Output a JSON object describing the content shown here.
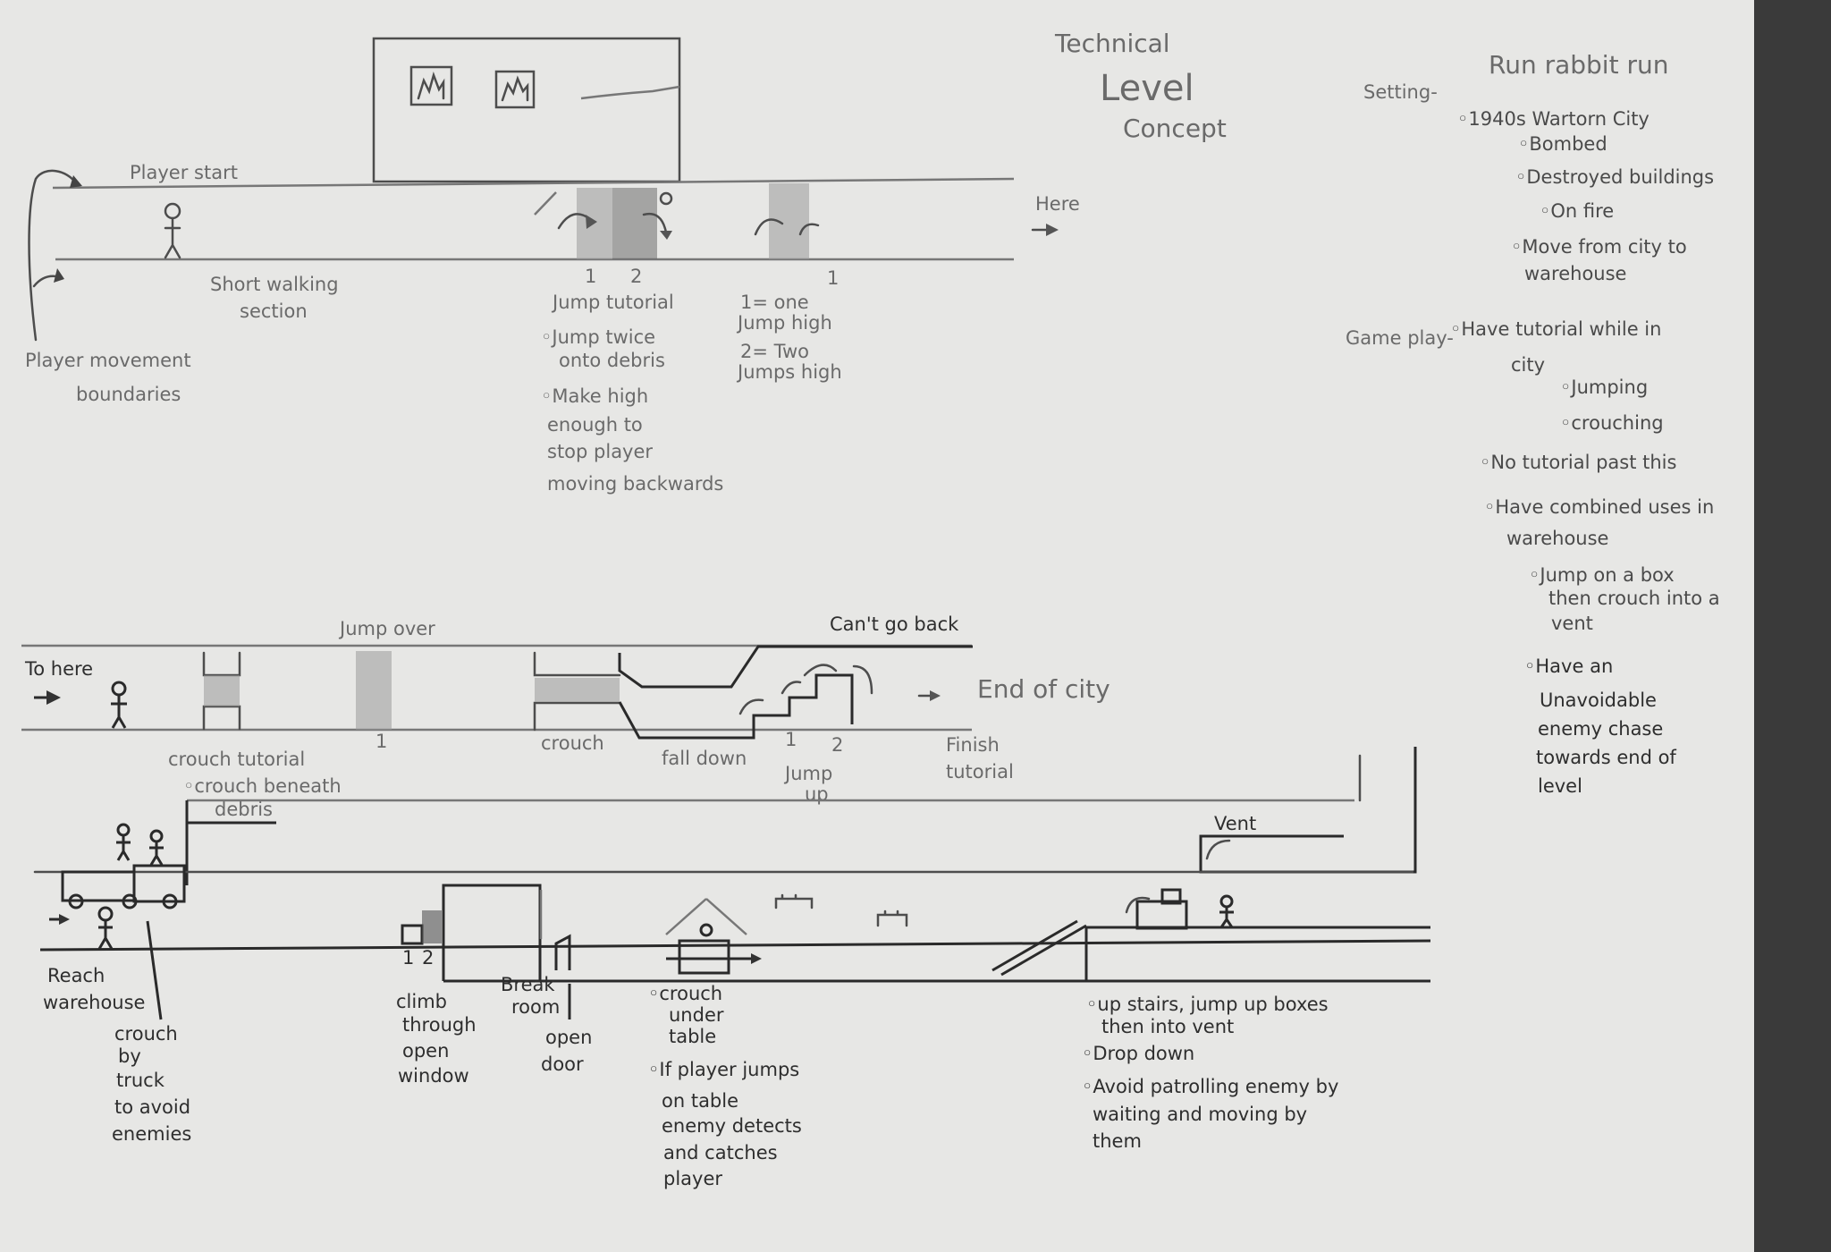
{
  "title": {
    "line1": "Technical",
    "line2": "Level",
    "line3": "Concept"
  },
  "notes": {
    "game_title": "Run rabbit run",
    "setting_label": "Setting-",
    "setting_items": [
      "◦1940s Wartorn City",
      "◦Bombed",
      "◦Destroyed buildings",
      "◦On fire",
      "◦Move from city to",
      "warehouse"
    ],
    "gameplay_label": "Game play-",
    "gameplay_items": [
      "◦Have tutorial while in",
      "city",
      "◦Jumping",
      "◦crouching",
      "◦No tutorial past this",
      "◦Have combined uses in",
      "warehouse",
      "◦Jump on a box",
      "then crouch into a",
      "vent",
      "◦Have an",
      "Unavoidable",
      "enemy chase",
      "towards end of",
      "level"
    ]
  },
  "section1": {
    "player_start": "Player start",
    "short_walking": [
      "Short walking",
      "section"
    ],
    "boundaries": [
      "Player movement",
      "boundaries"
    ],
    "num_1": "1",
    "num_2": "2",
    "num_1b": "1",
    "jump_tutorial": [
      "Jump tutorial",
      "◦Jump twice",
      "onto debris",
      "◦Make high",
      "enough to",
      "stop player",
      "moving backwards"
    ],
    "legend": [
      "1= one",
      "Jump high",
      "2= Two",
      "Jumps high"
    ],
    "here": "Here"
  },
  "section2": {
    "to_here": "To here",
    "jump_over": "Jump over",
    "num_1": "1",
    "crouch": "crouch",
    "cant_go_back": "Can't go back",
    "end_of_city": "End of city",
    "fall_down": "fall down",
    "num_1b": "1",
    "num_2": "2",
    "jump_up": [
      "Jump",
      "up"
    ],
    "finish_tutorial": [
      "Finish",
      "tutorial"
    ],
    "crouch_tutorial": [
      "crouch tutorial",
      "◦crouch beneath",
      "debris"
    ]
  },
  "section3": {
    "vent": "Vent",
    "reach_warehouse": [
      "Reach",
      "warehouse"
    ],
    "crouch_truck": [
      "crouch",
      "by",
      "truck",
      "to avoid",
      "enemies"
    ],
    "num_1": "1",
    "num_2": "2",
    "climb_window": [
      "climb",
      "through",
      "open",
      "window"
    ],
    "break_room": [
      "Break",
      "room"
    ],
    "open_door": [
      "open",
      "door"
    ],
    "table_notes": [
      "◦crouch",
      "under",
      "table",
      "◦If player jumps",
      "on table",
      "enemy detects",
      "and catches",
      "player"
    ],
    "vent_notes": [
      "◦up stairs, jump up boxes",
      "then into vent",
      "◦Drop down",
      "◦Avoid patrolling enemy by",
      "waiting and moving by",
      "them"
    ]
  }
}
